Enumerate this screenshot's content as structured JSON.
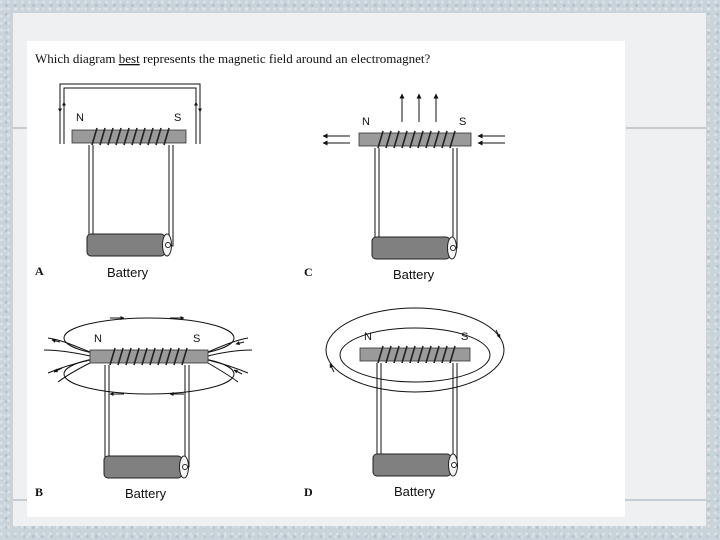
{
  "question": {
    "text_before": "Which diagram ",
    "emphasis": "best",
    "text_after": " represents the magnetic field around an electromagnet?"
  },
  "options": [
    {
      "letter": "A",
      "north": "N",
      "south": "S",
      "battery": "Battery"
    },
    {
      "letter": "B",
      "north": "N",
      "south": "S",
      "battery": "Battery"
    },
    {
      "letter": "C",
      "north": "N",
      "south": "S",
      "battery": "Battery"
    },
    {
      "letter": "D",
      "north": "N",
      "south": "S",
      "battery": "Battery"
    }
  ],
  "colors": {
    "background": "#c9d3da",
    "slide": "#eef0f1",
    "paper": "#ffffff",
    "core_fill": "#9a9a9a",
    "battery_fill": "#808080",
    "ink": "#111111"
  }
}
